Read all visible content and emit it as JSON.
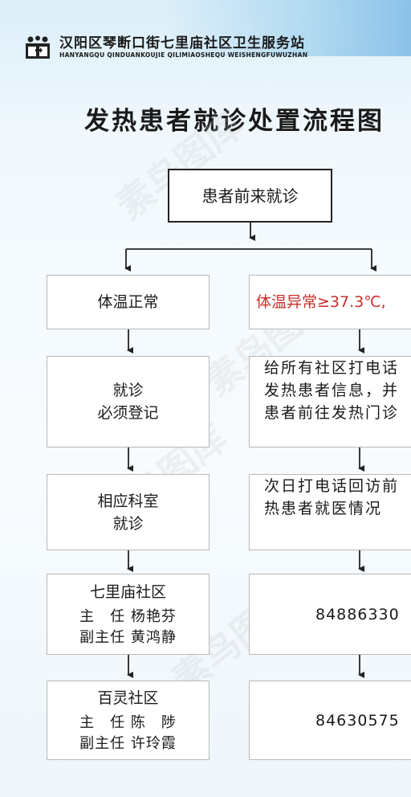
{
  "header": {
    "org_name": "汉阳区琴断口街七里庙社区卫生服务站",
    "org_pinyin": "HANYANGQU QINDUANKOUJIE QILIMIAOSHEQU WEISHENGFUWUZHAN"
  },
  "title": "发热患者就诊处置流程图",
  "flow": {
    "start": "患者前来就诊",
    "left": {
      "step1": "体温正常",
      "step2_line1": "就诊",
      "step2_line2": "必须登记",
      "step3_line1": "相应科室",
      "step3_line2": "就诊",
      "community1_name": "七里庙社区",
      "community1_director": "主　任 杨艳芬",
      "community1_deputy": "副主任 黄鸿静",
      "community2_name": "百灵社区",
      "community2_director": "主　任 陈　陟",
      "community2_deputy": "副主任 许玲霞"
    },
    "right": {
      "step1": "体温异常≥37.3℃,",
      "step2_line1": "给所有社区打电话",
      "step2_line2": "发热患者信息，并",
      "step2_line3": "患者前往发热门诊",
      "step3_line1": "次日打电话回访前",
      "step3_line2": "热患者就医情况",
      "phone1": "84886330",
      "phone2": "84630575"
    }
  },
  "watermark": "素鸟图库",
  "colors": {
    "alert_text": "#c8302b",
    "background": "#f2f9fd"
  }
}
